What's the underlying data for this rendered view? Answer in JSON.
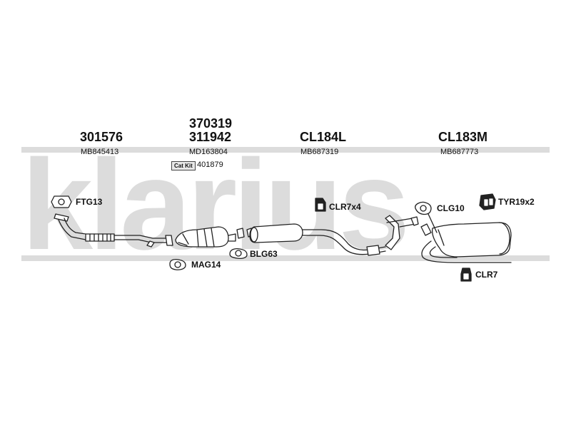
{
  "watermark": "klarius",
  "parts": {
    "p1": {
      "number": "301576",
      "oem": "MB845413"
    },
    "p2": {
      "number_top": "370319",
      "number": "311942",
      "oem": "MD163804",
      "catkit_label": "Cat Kit",
      "catkit_number": "401879"
    },
    "p3": {
      "number": "CL184L",
      "oem": "MB687319"
    },
    "p4": {
      "number": "CL183M",
      "oem": "MB687773"
    }
  },
  "fittings": {
    "ftg": "FTG13",
    "mag": "MAG14",
    "blg": "BLG63",
    "clr7x4": "CLR7x4",
    "clg": "CLG10",
    "tyr": "TYR19x2",
    "clr7": "CLR7"
  }
}
